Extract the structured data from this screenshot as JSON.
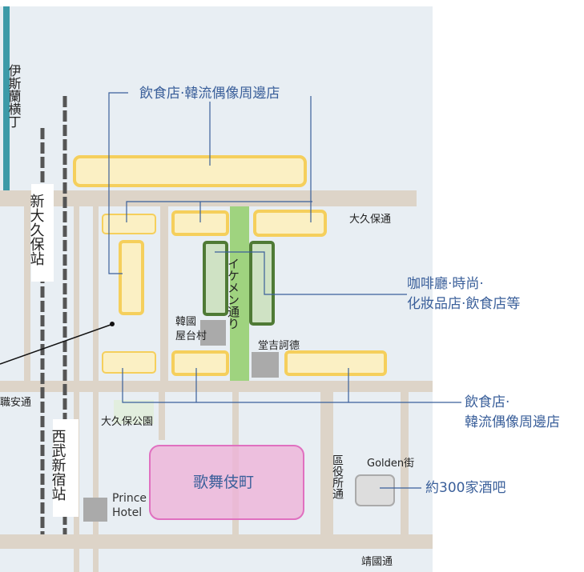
{
  "map": {
    "lines": {
      "islam_alley": "伊斯蘭横丁",
      "shin_okubo_station": "新大久保站",
      "seibu_shinjuku_station": "西武新宿站"
    },
    "streets": {
      "okubo_dori": "大久保通",
      "shokuan_dori": "職安通",
      "yasukuni_dori": "靖國通",
      "kuyakusho_dori": "區役所通",
      "ikemen_dori": "イケメン通り"
    },
    "places": {
      "korean_yatai_village_line1": "韓國",
      "korean_yatai_village_line2": "屋台村",
      "donki": "堂吉訶德",
      "okubo_park": "大久保公園",
      "kabukicho": "歌舞伎町",
      "golden_gai": "Golden街",
      "prince_hotel_line1": "Prince",
      "prince_hotel_line2": "Hotel"
    },
    "callouts": {
      "top_line": "飲食店‧韓流偶像周邊店",
      "middle_line1": "咖啡廳‧時尚‧",
      "middle_line2": "化妝品店‧飲食店等",
      "bottom_line1": "飲食店‧",
      "bottom_line2": "韓流偶像周邊店",
      "golden_gai_note": "約300家酒吧"
    },
    "colors": {
      "background": "#e8eef3",
      "road": "#ddd4c8",
      "shop_fill": "#fbf0c4",
      "shop_border": "#f5cf5c",
      "green_fill": "#cfe2c4",
      "green_border": "#4f7a35",
      "ikemen_road": "#9fd37f",
      "kabukicho_fill": "#eeb3d8",
      "kabukicho_border": "#e070c0",
      "teal_line": "#3c9aa8",
      "rail": "#555555",
      "callout_line": "#3a5f9a"
    }
  }
}
